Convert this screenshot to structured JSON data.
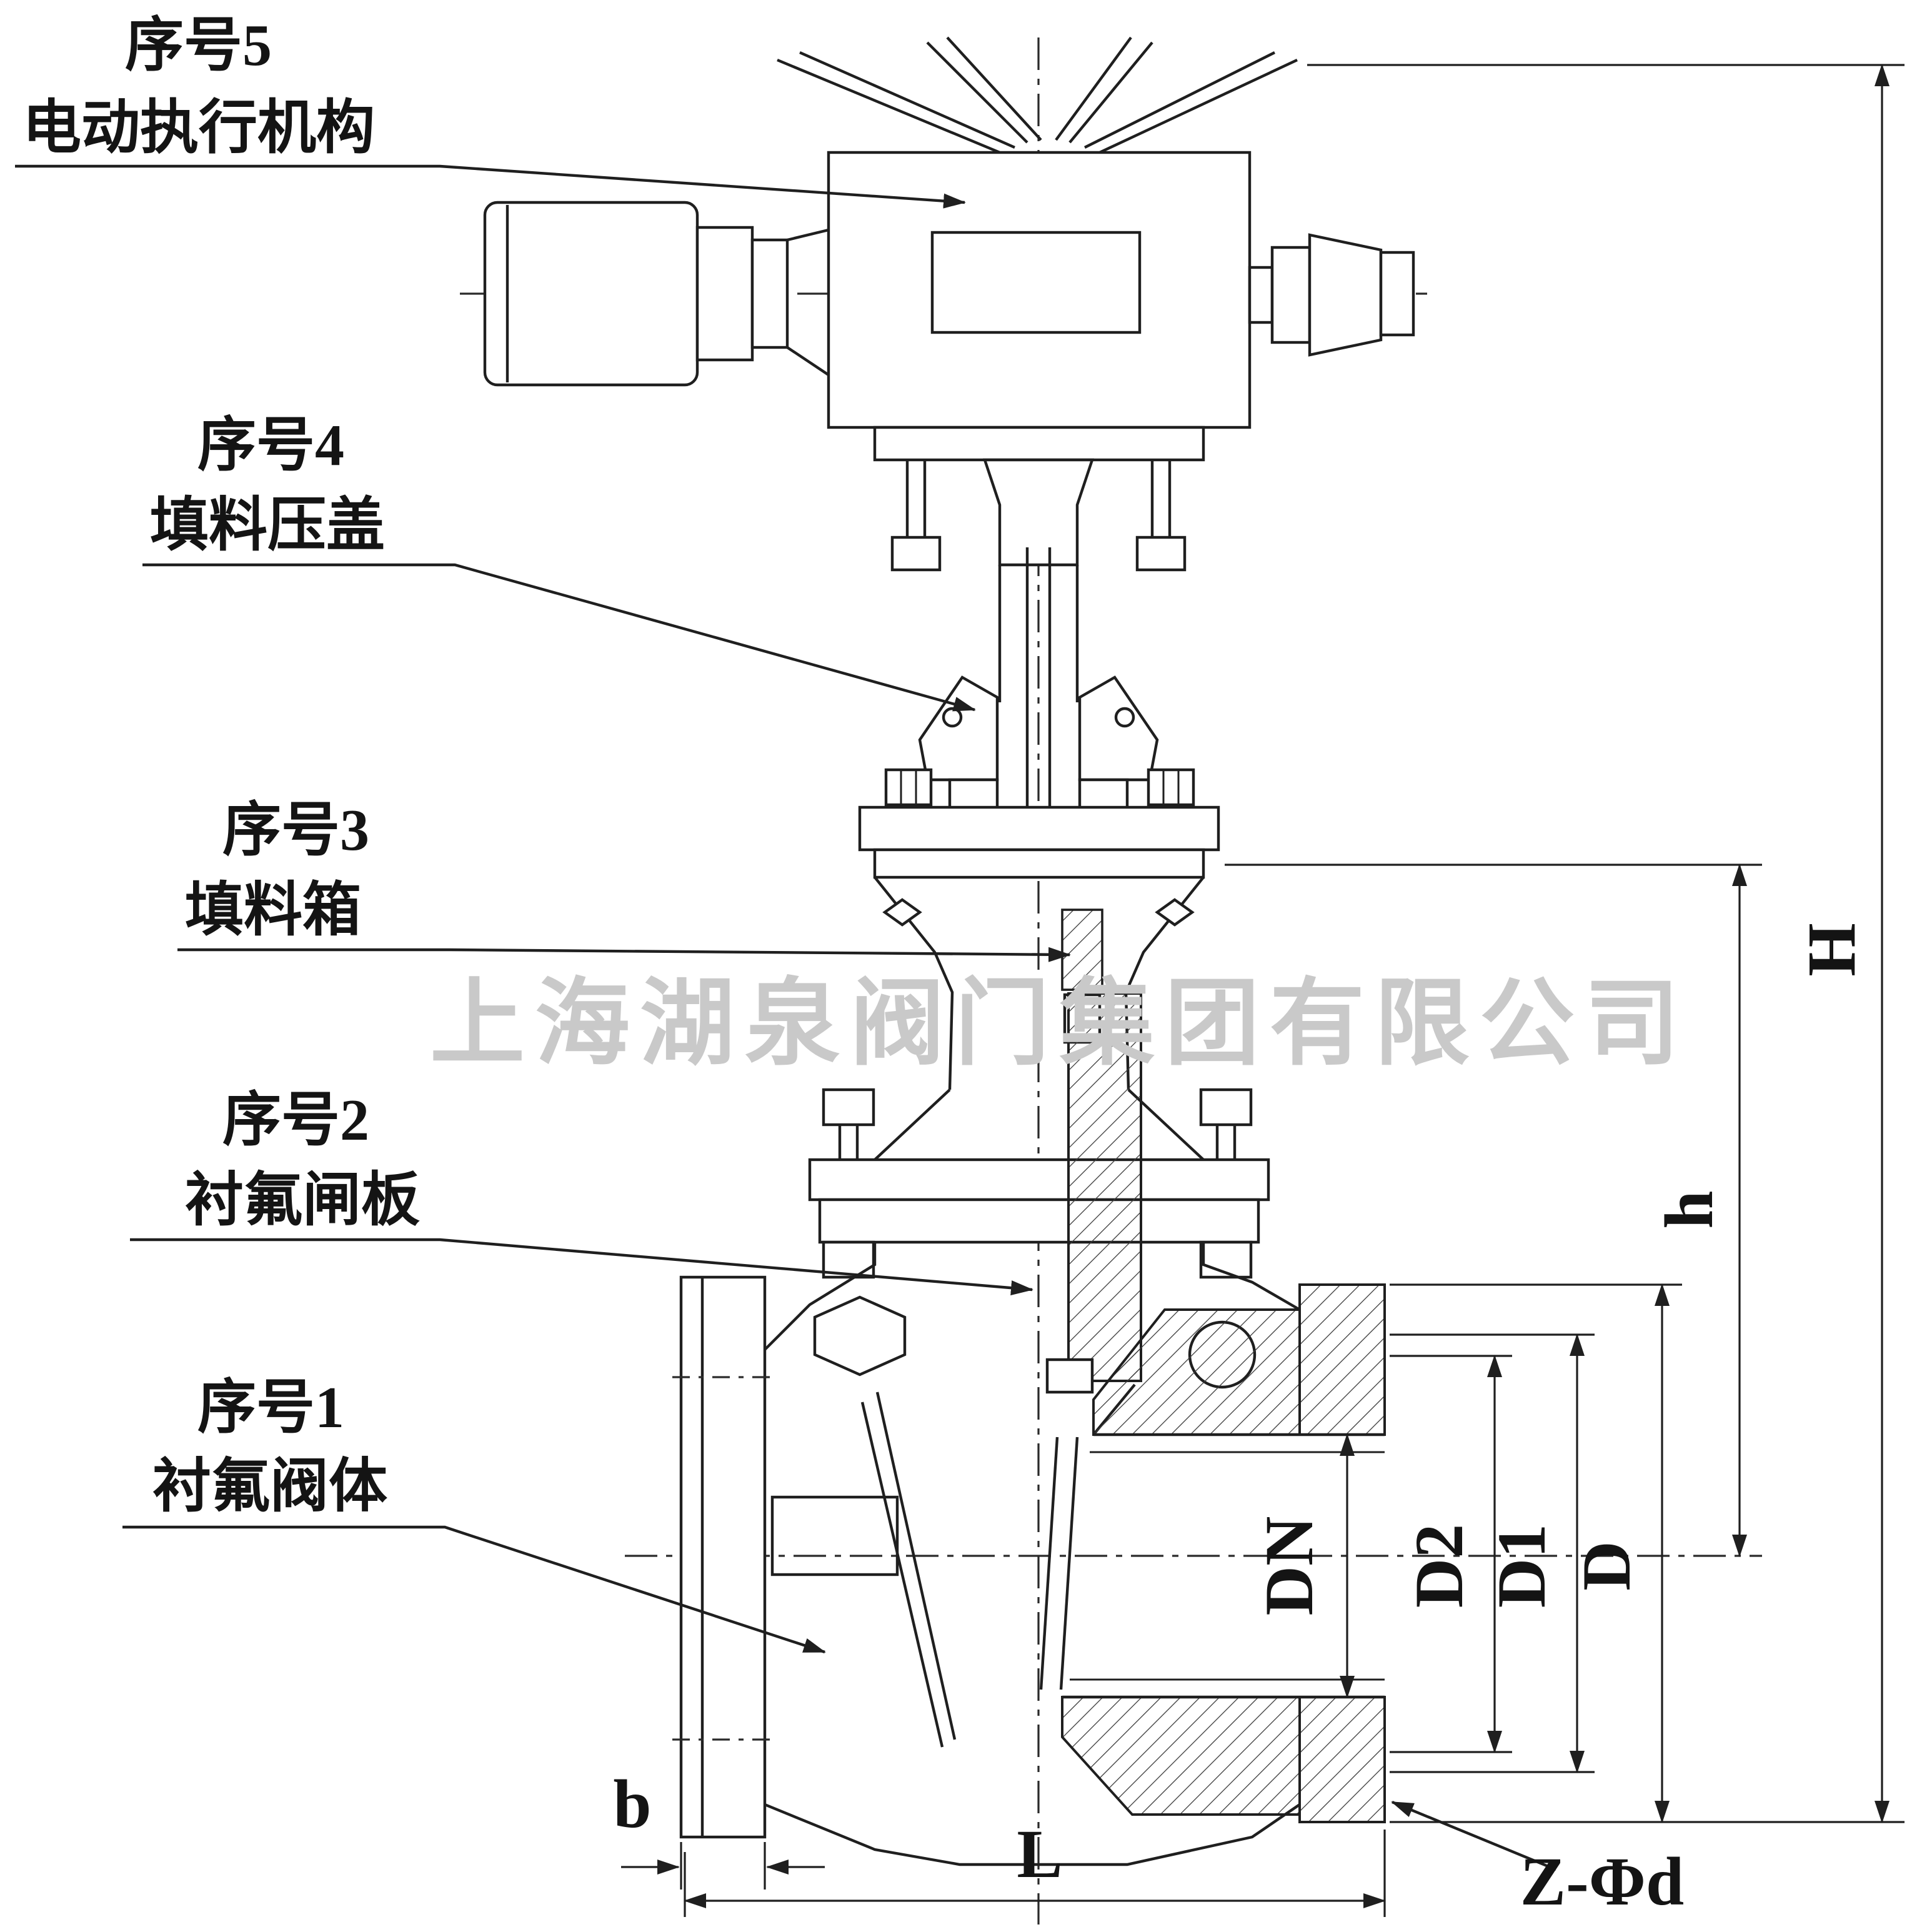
{
  "drawing": {
    "watermark": "上海湖泉阀门集团有限公司",
    "part_labels": [
      {
        "no": "序号5",
        "name": "电动执行机构"
      },
      {
        "no": "序号4",
        "name": "填料压盖"
      },
      {
        "no": "序号3",
        "name": "填料箱"
      },
      {
        "no": "序号2",
        "name": "衬氟闸板"
      },
      {
        "no": "序号1",
        "name": "衬氟阀体"
      }
    ],
    "dimensions": {
      "H": "H",
      "h": "h",
      "D": "D",
      "D1": "D1",
      "D2": "D2",
      "DN": "DN",
      "b": "b",
      "L": "L",
      "Z": "Z-Φd"
    },
    "colors": {
      "line": "#1f1f1f",
      "watermark": "#c9c9c9",
      "background": "#ffffff"
    }
  }
}
